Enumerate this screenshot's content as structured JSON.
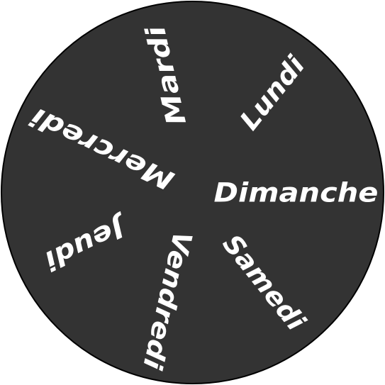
{
  "colors": {
    "disc": "#333333",
    "disc_border": "#000000",
    "text": "#ffffff"
  },
  "days": {
    "dimanche": "Dimanche",
    "lundi": "Lundi",
    "mardi": "Mardi",
    "mercredi": "Mercredi",
    "jeudi": "Jeudi",
    "vendredi": "Vendredi",
    "samedi": "Samedi"
  }
}
